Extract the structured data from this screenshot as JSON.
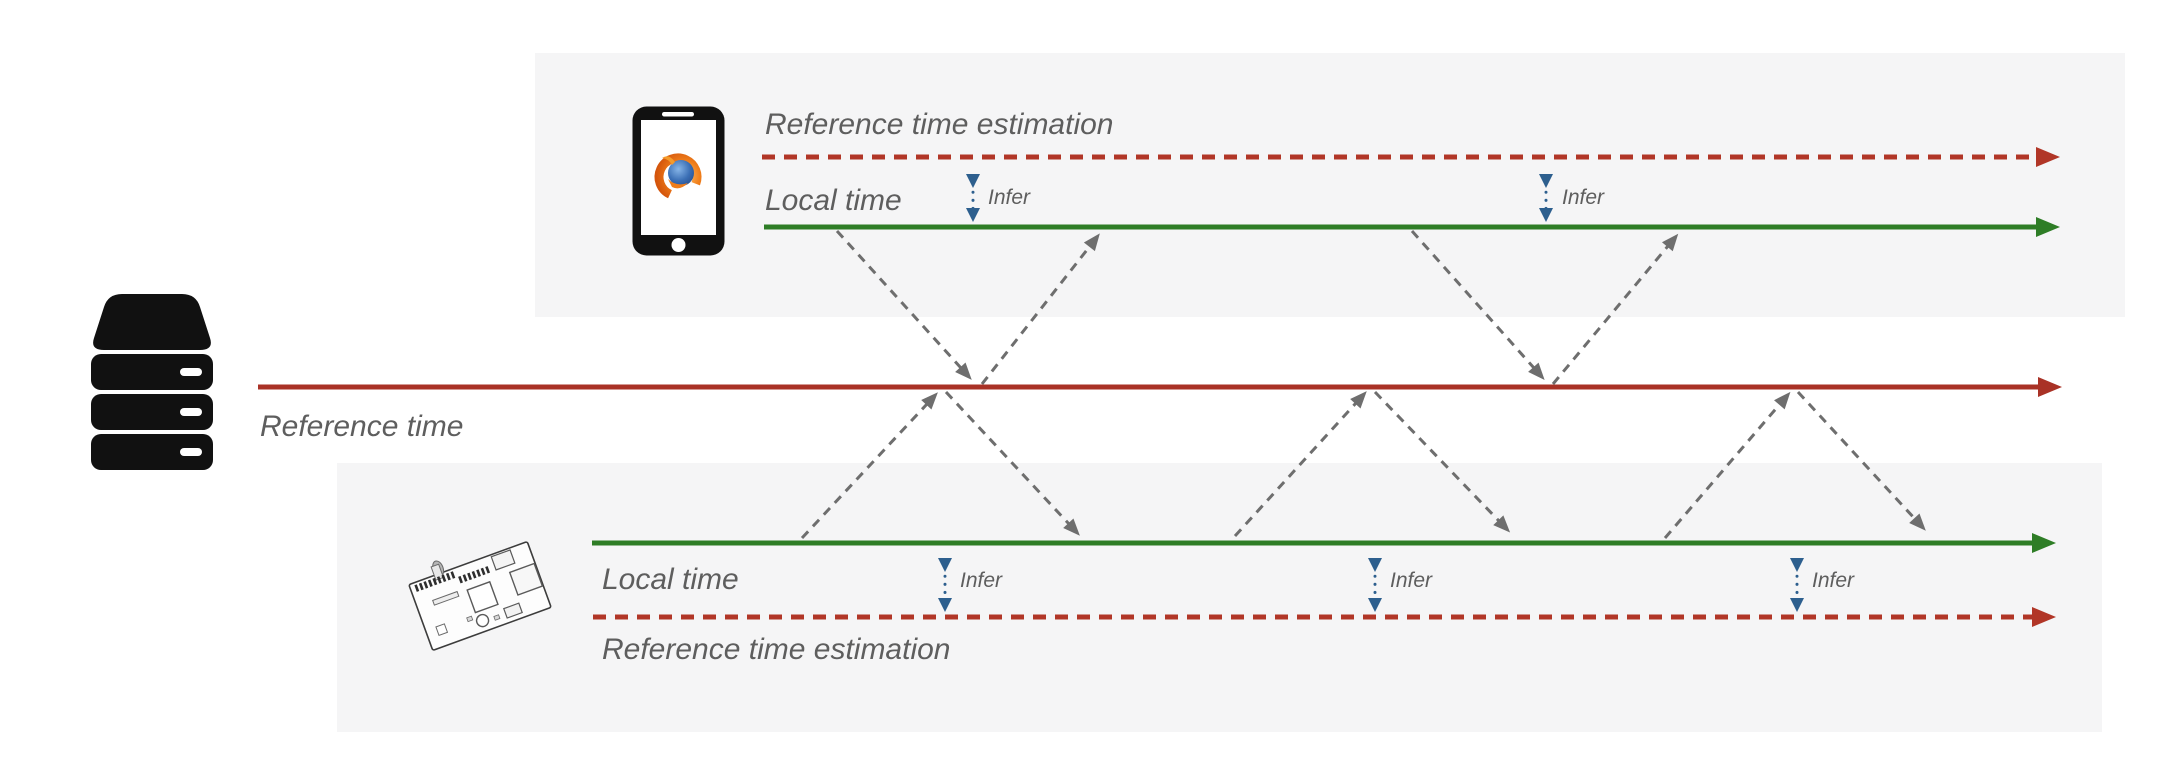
{
  "figure": {
    "description": "Time synchronization diagram: a reference time server exchanges messages with a smartphone and a circuit board, each inferring a reference time estimation from its local time"
  },
  "colors": {
    "reference_red": "#a93226",
    "estimation_red": "#b13627",
    "local_green": "#2e7d26",
    "infer_blue": "#2d5f8e",
    "message_gray": "#6e6e6e",
    "label_gray": "#5e5e5e",
    "panel_bg": "#f5f5f6",
    "icon_black": "#111111"
  },
  "server": {
    "icon": "server-stack-icon",
    "reference_label": "Reference time"
  },
  "phone_panel": {
    "icon": "smartphone-firefox-icon",
    "estimation_label": "Reference time estimation",
    "local_label": "Local time",
    "infer_labels": [
      "Infer",
      "Infer"
    ]
  },
  "board_panel": {
    "icon": "circuit-board-icon",
    "local_label": "Local time",
    "estimation_label": "Reference time estimation",
    "infer_labels": [
      "Infer",
      "Infer",
      "Infer"
    ]
  }
}
